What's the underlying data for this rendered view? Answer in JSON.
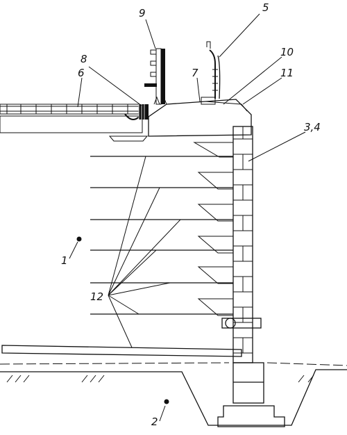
{
  "labels": {
    "l1": "1",
    "l2": "2",
    "l34": "3,4",
    "l5": "5",
    "l6": "6",
    "l7": "7",
    "l8": "8",
    "l9": "9",
    "l10": "10",
    "l11": "11",
    "l12": "12"
  }
}
